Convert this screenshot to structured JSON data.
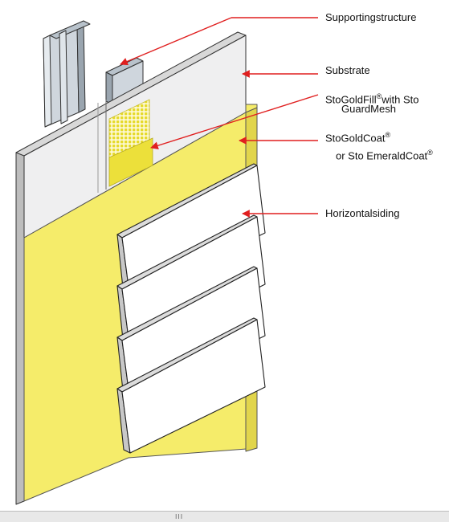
{
  "labels": {
    "supporting_structure": "Supportingstructure",
    "substrate": "Substrate",
    "goldfill_line1_a": "StoGoldFill",
    "goldfill_line1_sup": "®",
    "goldfill_line1_b": "with Sto",
    "goldfill_line2": "GuardMesh",
    "goldcoat_line1": "StoGoldCoat",
    "goldcoat_line1_sup": "®",
    "goldcoat_line2": "or Sto EmeraldCoat",
    "goldcoat_line2_sup": "®",
    "horizontal_siding": "Horizontalsiding"
  },
  "scrollbar": {
    "grip": "III"
  },
  "colors": {
    "coat_yellow": "#f5ec6a",
    "mesh_yellow": "#ece03a",
    "substrate_gray": "#efeff0",
    "siding_white": "#ffffff",
    "arrow_red": "#e01f1f"
  }
}
